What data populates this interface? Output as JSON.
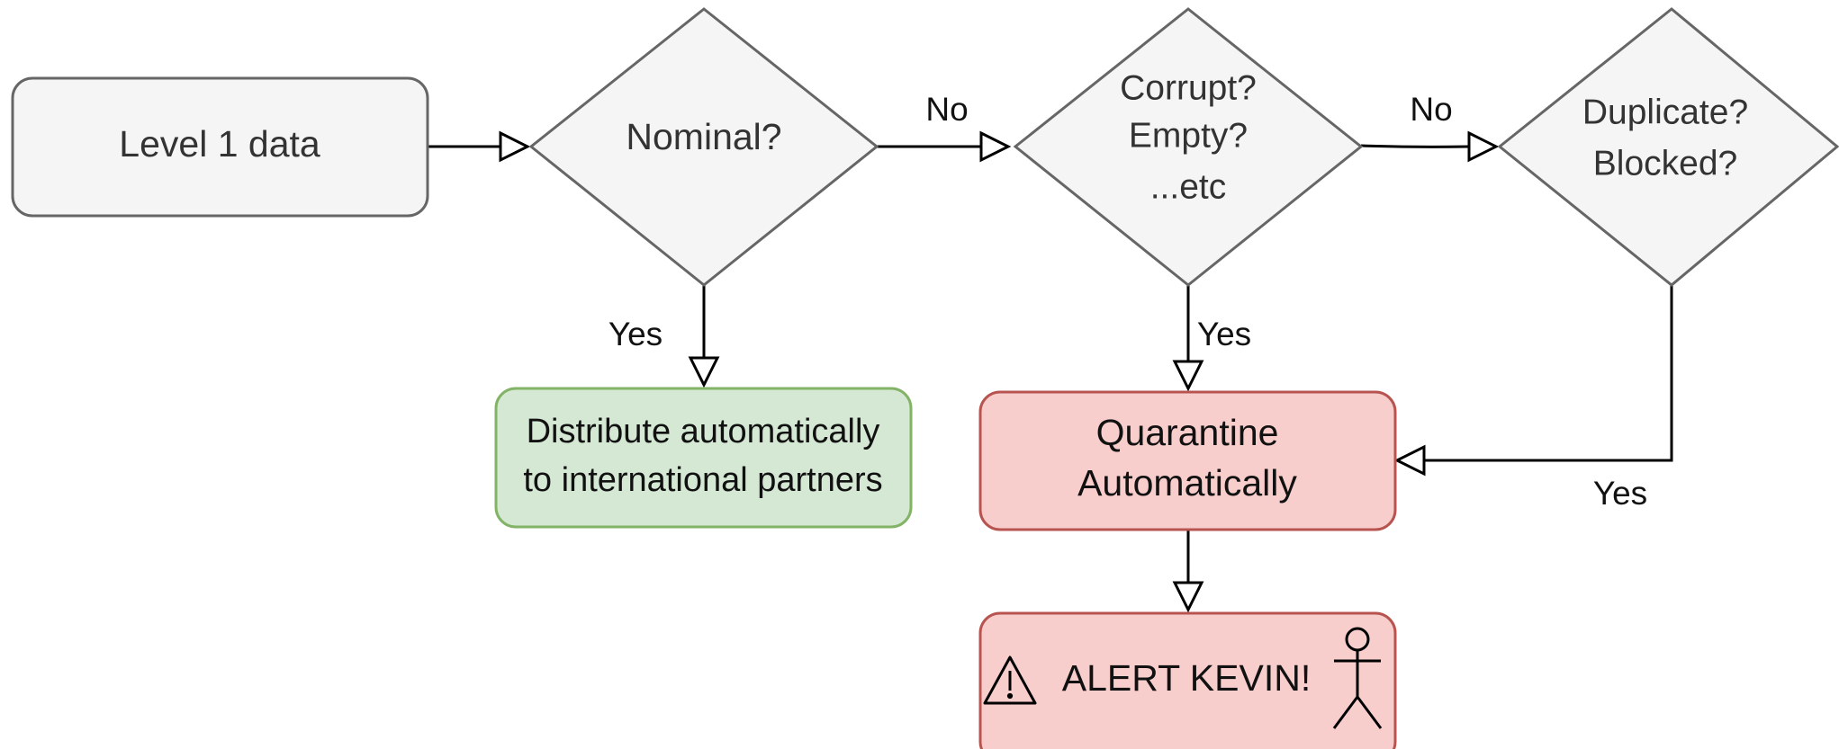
{
  "nodes": {
    "level1": {
      "label": "Level 1 data"
    },
    "nominal": {
      "label": "Nominal?"
    },
    "corrupt": {
      "lines": [
        "Corrupt?",
        "Empty?",
        "...etc"
      ]
    },
    "duplicate": {
      "lines": [
        "Duplicate?",
        "Blocked?"
      ]
    },
    "distribute": {
      "lines": [
        "Distribute automatically",
        "to international partners"
      ]
    },
    "quarantine": {
      "lines": [
        "Quarantine",
        "Automatically"
      ]
    },
    "alert": {
      "label": "ALERT KEVIN!",
      "icons": [
        "warning-icon",
        "stick-figure-icon"
      ]
    }
  },
  "edges": {
    "nominal_no": "No",
    "corrupt_no": "No",
    "nominal_yes": "Yes",
    "corrupt_yes": "Yes",
    "duplicate_yes": "Yes"
  },
  "colors": {
    "neutral_fill": "#f5f5f5",
    "neutral_stroke": "#666666",
    "green_fill": "#d5e8d4",
    "green_stroke": "#82b366",
    "red_fill": "#f8cecc",
    "red_stroke": "#b85450"
  }
}
